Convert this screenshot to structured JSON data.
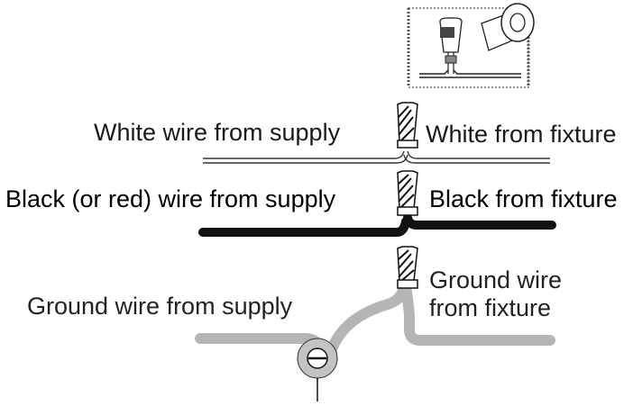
{
  "labels": {
    "white_supply": "White wire from supply",
    "white_fixture": "White from fixture",
    "black_supply": "Black (or red) wire from supply",
    "black_fixture": "Black from fixture",
    "ground_supply": "Ground wire from supply",
    "ground_fixture_line1": "Ground wire",
    "ground_fixture_line2": "from fixture"
  },
  "colors": {
    "white_wire_outline": "#333333",
    "black_wire": "#111111",
    "ground_wire": "#b5b5b5",
    "text": "#1a1a1a"
  },
  "icons": [
    "wire-nut-icon",
    "electrical-tape-icon",
    "ground-screw-icon"
  ]
}
